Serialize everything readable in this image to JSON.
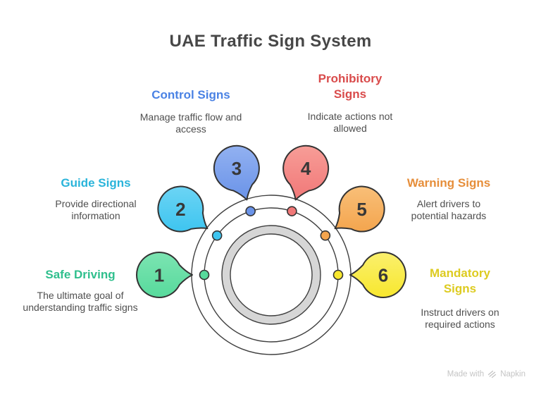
{
  "title": "UAE Traffic Sign System",
  "footer": {
    "text": "Made with",
    "brand": "Napkin"
  },
  "colors": {
    "background": "#ffffff",
    "outline": "#3f3f3f",
    "bubble_stroke": "#333333",
    "ring_fill": "#d6d6d6",
    "title_text": "#474747",
    "body_text": "#4f4f4f",
    "number_text": "#383838",
    "footer_text": "#c5c5c5"
  },
  "items": [
    {
      "number": "1",
      "label": "Safe Driving",
      "description": "The ultimate goal of understanding traffic signs",
      "angle_deg": 180,
      "bubble_color": "#57da9c",
      "bubble_color_light": "#7ce4b2",
      "label_color": "#2fbf8d"
    },
    {
      "number": "2",
      "label": "Guide Signs",
      "description": "Provide directional information",
      "angle_deg": 144,
      "bubble_color": "#3ec5f0",
      "bubble_color_light": "#6cd4f4",
      "label_color": "#2ab4da"
    },
    {
      "number": "3",
      "label": "Control Signs",
      "description": "Manage traffic flow and access",
      "angle_deg": 108,
      "bubble_color": "#6a93e8",
      "bubble_color_light": "#92b1f1",
      "label_color": "#4a82e4"
    },
    {
      "number": "4",
      "label": "Prohibitory Signs",
      "description": "Indicate actions not allowed",
      "angle_deg": 72,
      "bubble_color": "#f17878",
      "bubble_color_light": "#f79d97",
      "label_color": "#d94b4b"
    },
    {
      "number": "5",
      "label": "Warning Signs",
      "description": "Alert drivers to potential hazards",
      "angle_deg": 36,
      "bubble_color": "#f4a54e",
      "bubble_color_light": "#f8bf78",
      "label_color": "#e68e3a"
    },
    {
      "number": "6",
      "label": "Mandatory Signs",
      "description": "Instruct drivers on required actions",
      "angle_deg": 0,
      "bubble_color": "#f8e72e",
      "bubble_color_light": "#faf06e",
      "label_color": "#ddcb20"
    }
  ]
}
